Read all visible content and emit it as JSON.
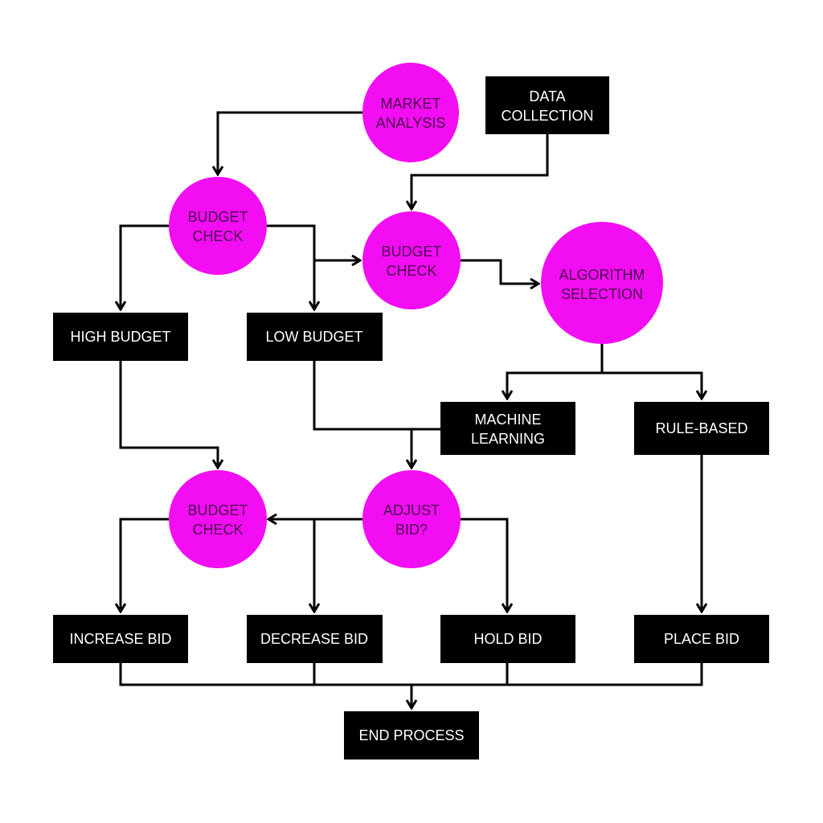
{
  "colors": {
    "circle_fill": "#f20df2",
    "circle_text": "#4b0a4f",
    "box_fill": "#000000",
    "box_text": "#ffffff",
    "line": "#000000"
  },
  "nodes": {
    "market_analysis": [
      "MARKET",
      "ANALYSIS"
    ],
    "data_collection": [
      "DATA",
      "COLLECTION"
    ],
    "budget_check_1": [
      "BUDGET",
      "CHECK"
    ],
    "budget_check_2": [
      "BUDGET",
      "CHECK"
    ],
    "algorithm_selection": [
      "ALGORITHM",
      "SELECTION"
    ],
    "high_budget": "HIGH BUDGET",
    "low_budget": "LOW BUDGET",
    "machine_learning": [
      "MACHINE",
      "LEARNING"
    ],
    "rule_based": "RULE-BASED",
    "budget_check_3": [
      "BUDGET",
      "CHECK"
    ],
    "adjust_bid": [
      "ADJUST",
      "BID?"
    ],
    "increase_bid": "INCREASE BID",
    "decrease_bid": "DECREASE BID",
    "hold_bid": "HOLD BID",
    "place_bid": "PLACE BID",
    "end_process": "END PROCESS"
  },
  "edges": [
    [
      "market_analysis",
      "budget_check_1"
    ],
    [
      "data_collection",
      "budget_check_2"
    ],
    [
      "budget_check_1",
      "high_budget"
    ],
    [
      "budget_check_1",
      "low_budget"
    ],
    [
      "budget_check_1",
      "budget_check_2"
    ],
    [
      "budget_check_2",
      "algorithm_selection"
    ],
    [
      "algorithm_selection",
      "machine_learning"
    ],
    [
      "algorithm_selection",
      "rule_based"
    ],
    [
      "high_budget",
      "budget_check_3"
    ],
    [
      "low_budget",
      "adjust_bid"
    ],
    [
      "machine_learning",
      "adjust_bid"
    ],
    [
      "adjust_bid",
      "budget_check_3"
    ],
    [
      "budget_check_3",
      "increase_bid"
    ],
    [
      "adjust_bid",
      "decrease_bid"
    ],
    [
      "adjust_bid",
      "hold_bid"
    ],
    [
      "rule_based",
      "place_bid"
    ],
    [
      "increase_bid",
      "end_process"
    ],
    [
      "decrease_bid",
      "end_process"
    ],
    [
      "hold_bid",
      "end_process"
    ],
    [
      "place_bid",
      "end_process"
    ]
  ]
}
